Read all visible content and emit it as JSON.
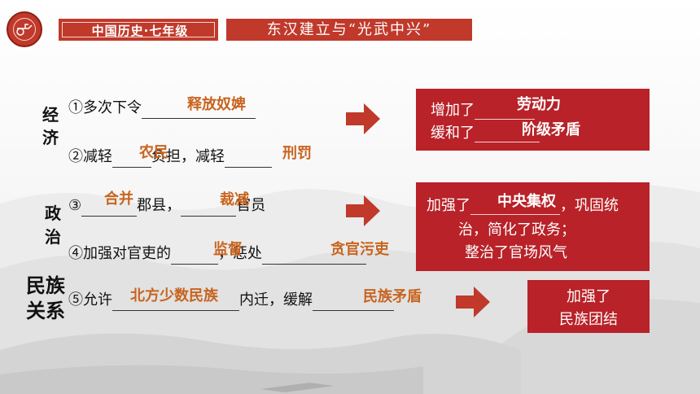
{
  "header": {
    "subject": "中国历史·七年级",
    "topic": "东汉建立与“光武中兴”"
  },
  "categories": {
    "economy": [
      "经",
      "济"
    ],
    "politics": [
      "政",
      "治"
    ],
    "ethnic": [
      "民族",
      "关系"
    ]
  },
  "rows": [
    {
      "num": "①",
      "prefix": "多次下令",
      "answer": "释放奴婢"
    },
    {
      "num": "②",
      "prefix": "减轻",
      "answer1": "农民",
      "mid": "负担，减轻",
      "answer2": "刑罚"
    },
    {
      "num": "③",
      "answer1": "合并",
      "mid": "郡县，",
      "answer2": "裁减",
      "suffix": "官员"
    },
    {
      "num": "④",
      "prefix": "加强对官吏的",
      "answer1": "监督",
      "mid": "，惩处",
      "answer2": "贪官污吏"
    },
    {
      "num": "⑤",
      "prefix": "允许",
      "answer1": "北方少数民族",
      "mid": "内迁，缓解",
      "answer2": "民族矛盾"
    }
  ],
  "results": {
    "economy": {
      "line1_prefix": "增加了",
      "line1_answer": "劳动力",
      "line2_prefix": "缓和了",
      "line2_answer": "阶级矛盾"
    },
    "politics": {
      "line1_prefix": "加强了",
      "line1_answer": "中央集权",
      "line1_suffix": "，巩固统",
      "line2": "治，简化了政务；",
      "line3": "整治了官场风气"
    },
    "ethnic": {
      "line1": "加强了",
      "line2": "民族团结"
    }
  },
  "colors": {
    "accent": "#c0392b",
    "box": "#b82228",
    "answer": "#c8641f"
  }
}
